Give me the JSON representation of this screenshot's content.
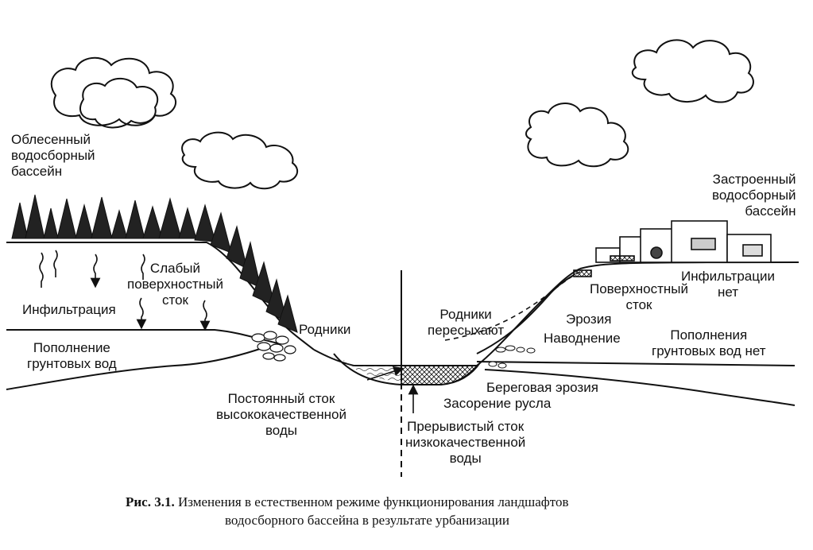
{
  "labels": {
    "forested": "Облесенный\nводосборный\nбассейн",
    "urban": "Застроенный\nводосборный\nбассейн",
    "infiltration": "Инфильтрация",
    "weak_runoff": "Слабый\nповерхностный\nсток",
    "springs": "Родники",
    "recharge": "Пополнение\nгрунтовых вод",
    "constant_flow": "Постоянный сток\nвысококачественной\nводы",
    "springs_dry": "Родники\nпересыхают",
    "surface_runoff": "Поверхностный\nсток",
    "no_infiltration": "Инфильтрации\nнет",
    "erosion": "Эрозия",
    "flooding": "Наводнение",
    "no_recharge": "Пополнения\nгрунтовых вод нет",
    "bank_erosion": "Береговая эрозия",
    "channel_clogging": "Засорение русла",
    "intermittent_flow": "Прерывистый сток\nнизкокачественной\nводы"
  },
  "caption": {
    "number": "Рис. 3.1.",
    "line1": "Изменения в естественном режиме функционирования ландшафтов",
    "line2": "водосборного бассейна в результате урбанизации"
  },
  "colors": {
    "ink": "#111111",
    "water": "#dfe8ee",
    "background": "#ffffff"
  }
}
